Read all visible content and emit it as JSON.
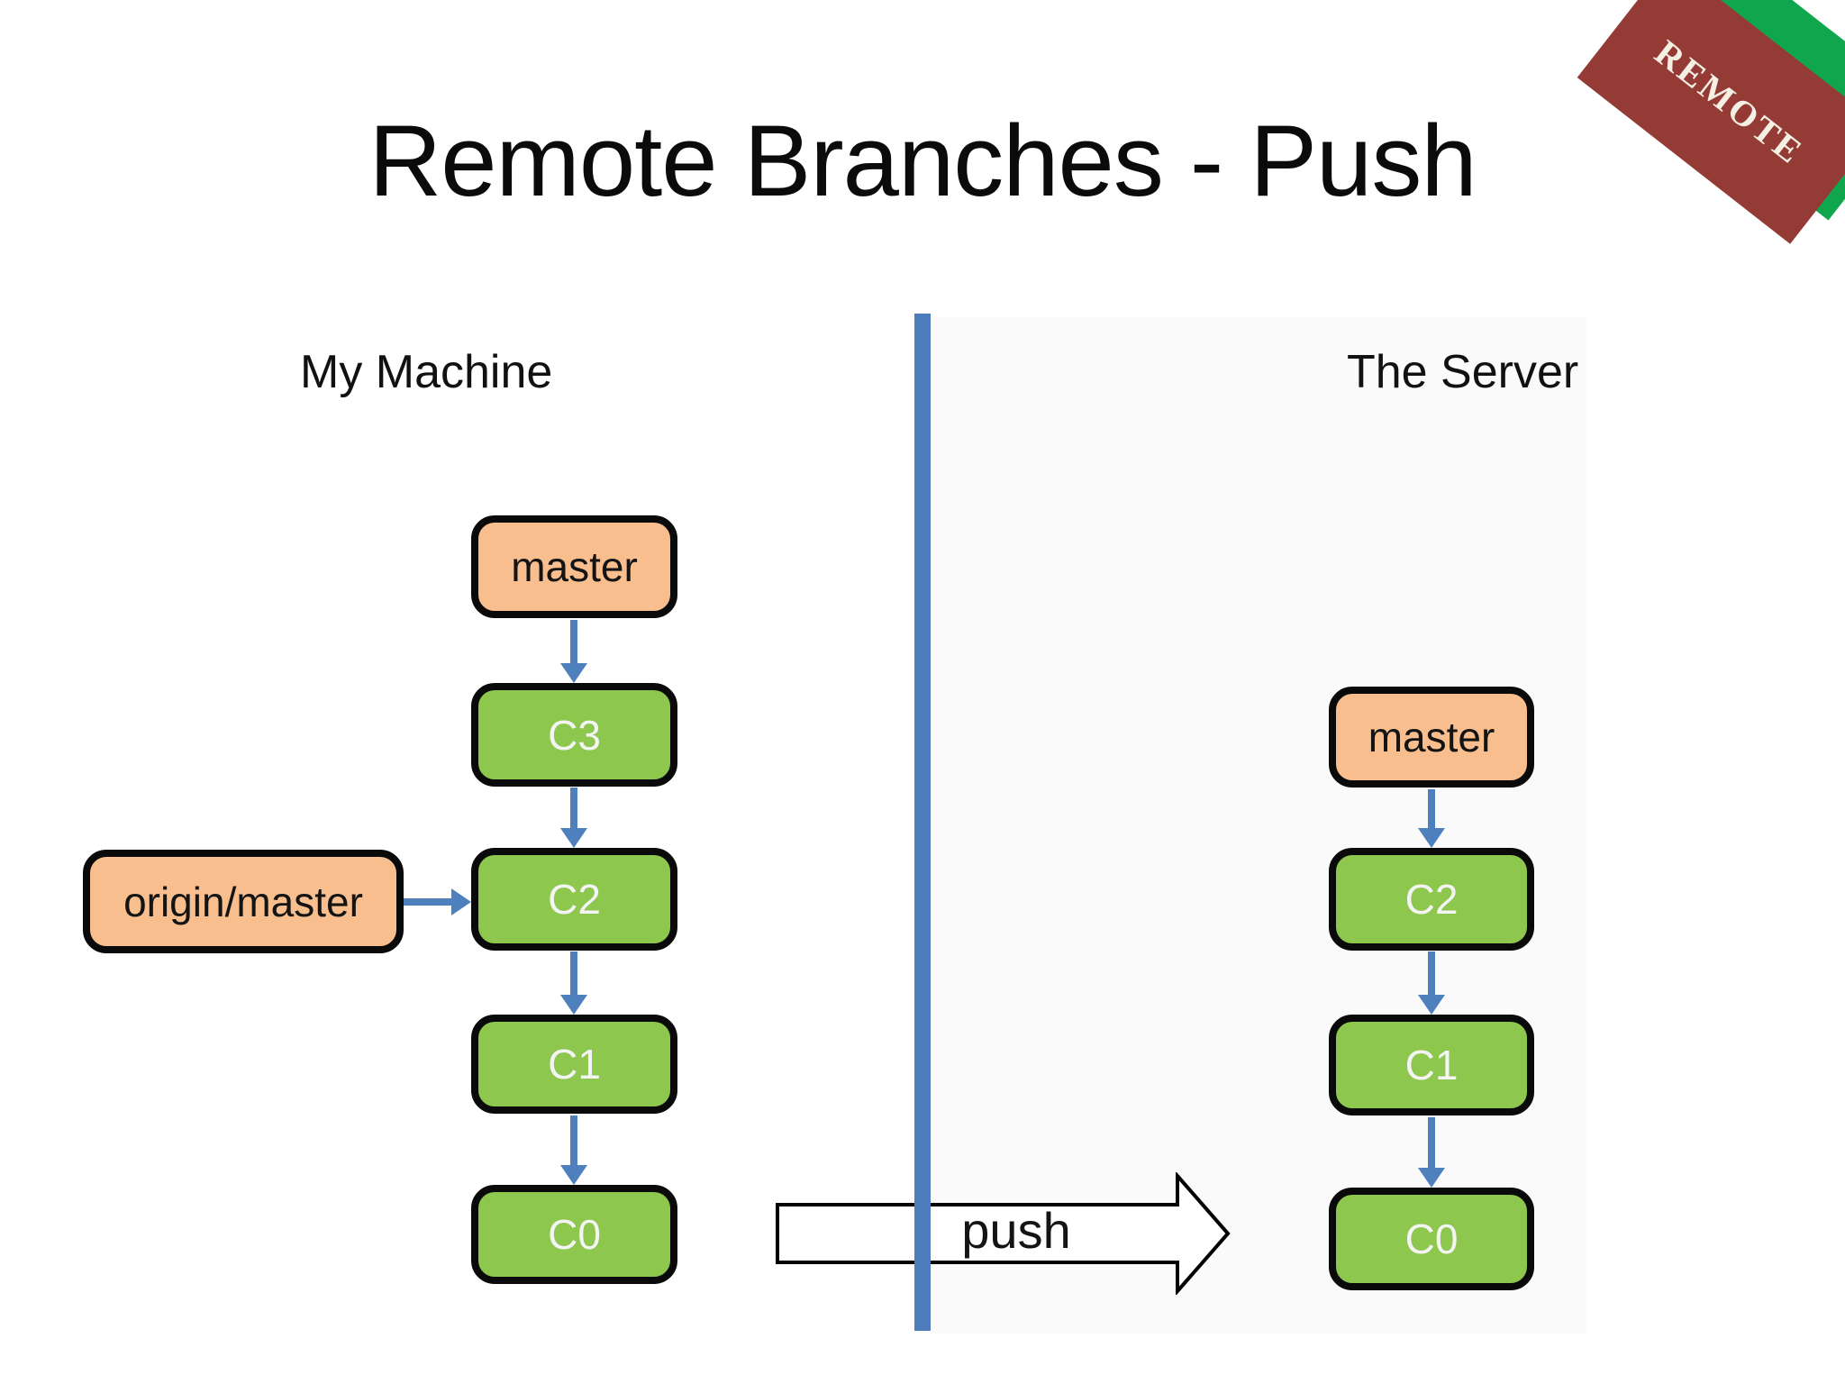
{
  "slide": {
    "title": "Remote Branches - Push",
    "badge": {
      "label": "REMOTE"
    },
    "left": {
      "label": "My Machine",
      "branch_tag": "master",
      "remote_tag": "origin/master",
      "commits": [
        "C3",
        "C2",
        "C1",
        "C0"
      ]
    },
    "right": {
      "label": "The Server",
      "branch_tag": "master",
      "commits": [
        "C2",
        "C1",
        "C0"
      ]
    },
    "push_arrow_label": "push",
    "colors": {
      "commit_green": "#8dc74e",
      "tag_orange": "#f8be8e",
      "connector_blue": "#4e80bd",
      "divider_blue": "#4e7dbd",
      "badge_maroon": "#943b36",
      "badge_green": "#0fa64e",
      "outline_black": "#0a0a0a"
    }
  }
}
